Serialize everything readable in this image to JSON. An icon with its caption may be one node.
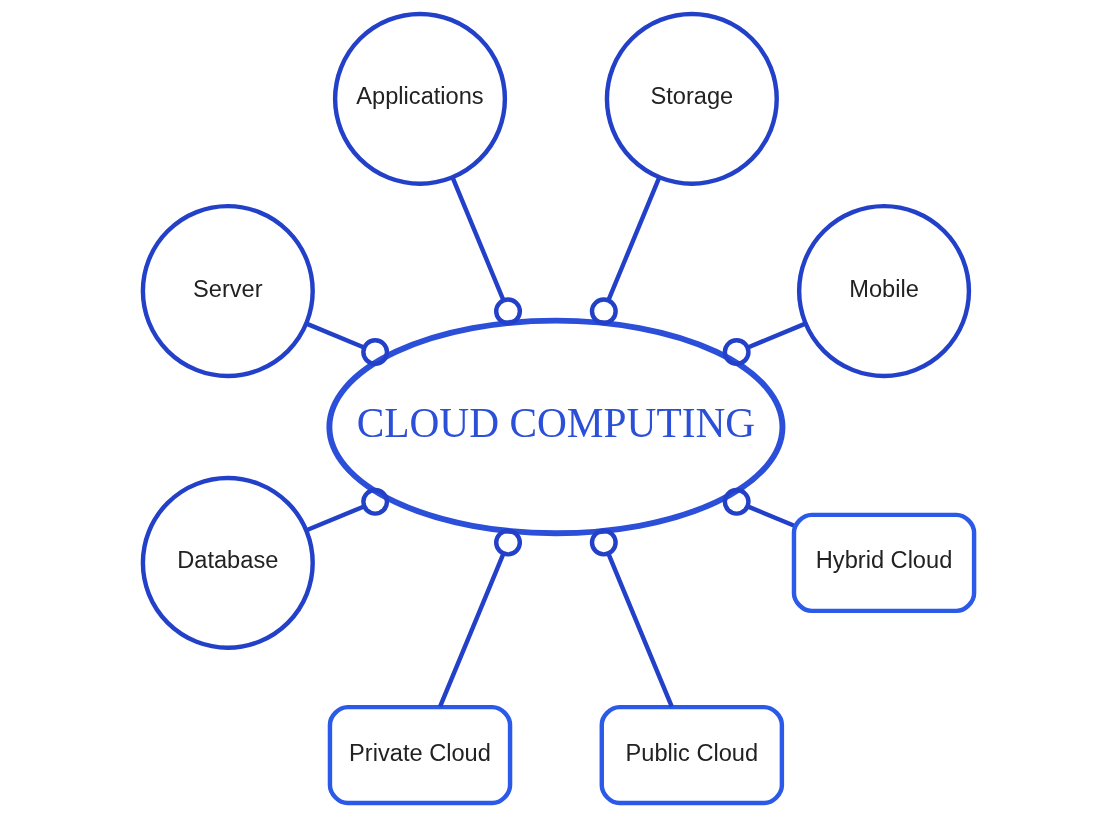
{
  "diagram": {
    "nodes": [
      {
        "text": [
          "CLOUD COMPUTING"
        ]
      },
      {
        "text": [
          "Mobile"
        ]
      },
      {
        "text": [
          "Storage"
        ]
      },
      {
        "text": [
          "Applications"
        ]
      },
      {
        "text": [
          "Server"
        ]
      },
      {
        "text": [
          "Database"
        ]
      },
      {
        "text": [
          "Private Cloud"
        ]
      },
      {
        "text": [
          "Public Cloud"
        ]
      },
      {
        "text": [
          "Hybrid Cloud"
        ]
      }
    ],
    "edges": [
      {
        "from": 0,
        "to": 1,
        "arrow": "other"
      },
      {
        "from": 0,
        "to": 3,
        "arrow": "other"
      },
      {
        "from": 0,
        "to": 5,
        "arrow": "other"
      },
      {
        "from": 0,
        "to": 8,
        "arrow": "other"
      },
      {
        "from": 0,
        "to": 7,
        "arrow": "other"
      },
      {
        "from": 0,
        "to": 6,
        "arrow": "other"
      },
      {
        "from": 0,
        "to": 4,
        "arrow": "other"
      },
      {
        "from": 0,
        "to": 2,
        "arrow": "other"
      }
    ]
  }
}
